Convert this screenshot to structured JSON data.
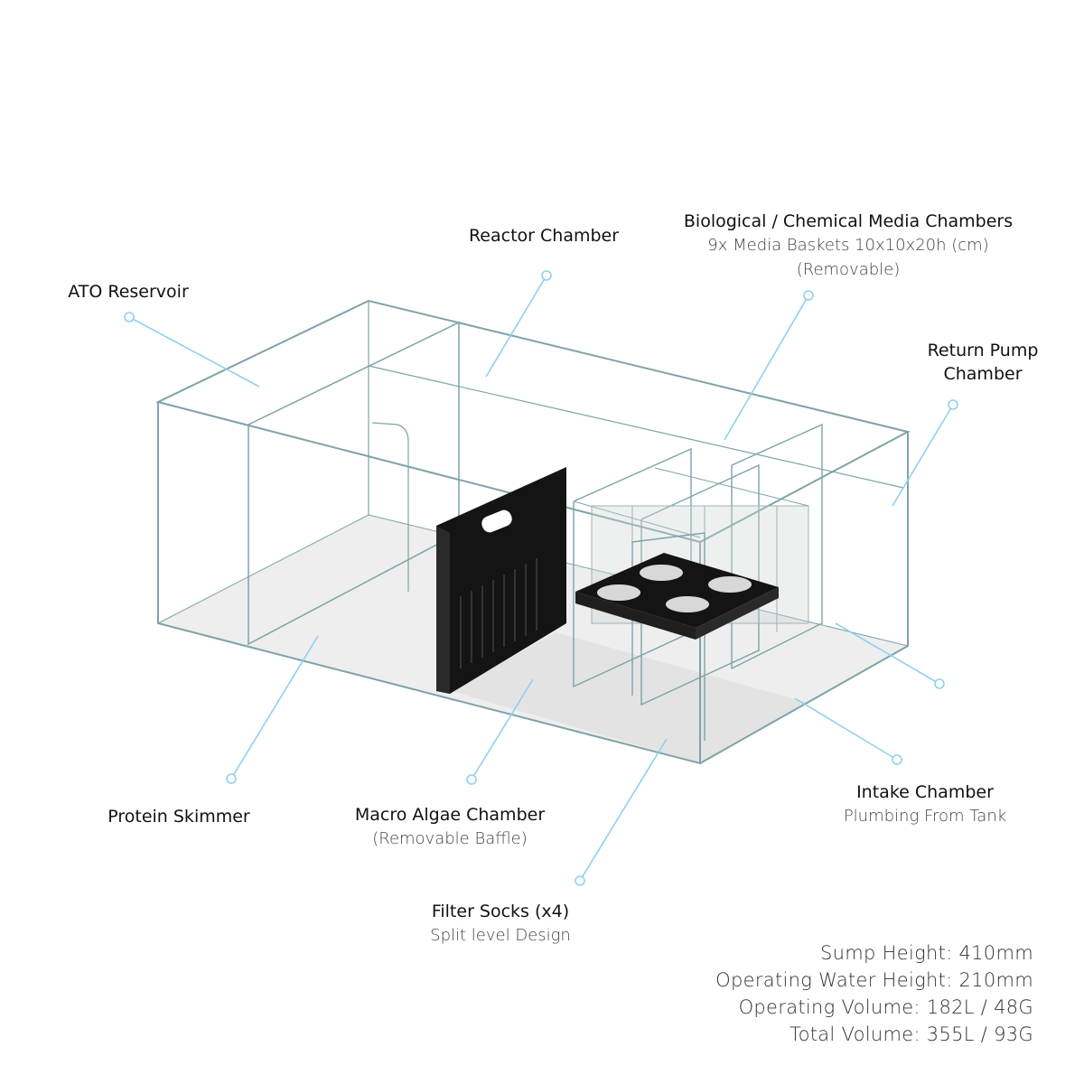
{
  "labels": {
    "ato_reservoir": {
      "title": "ATO Reservoir"
    },
    "reactor_chamber": {
      "title": "Reactor Chamber"
    },
    "media_chambers": {
      "title": "Biological / Chemical Media Chambers",
      "sub1": "9x Media Baskets 10x10x20h (cm)",
      "sub2": "(Removable)"
    },
    "return_pump": {
      "title1": "Return Pump",
      "title2": "Chamber"
    },
    "protein_skimmer": {
      "title": "Protein Skimmer"
    },
    "macro_algae": {
      "title": "Macro Algae Chamber",
      "sub": "(Removable Baffle)"
    },
    "intake_chamber": {
      "title": "Intake Chamber",
      "sub": "Plumbing From Tank"
    },
    "filter_socks": {
      "title": "Filter Socks (x4)",
      "sub": "Split level Design"
    }
  },
  "specs": [
    "Sump Height: 410mm",
    "Operating Water Height: 210mm",
    "Operating Volume: 182L / 48G",
    "Total Volume: 355L / 93G"
  ],
  "colors": {
    "leader": "#8fd1ee",
    "glass": "#7ea3a8",
    "baffle": "#141414"
  }
}
